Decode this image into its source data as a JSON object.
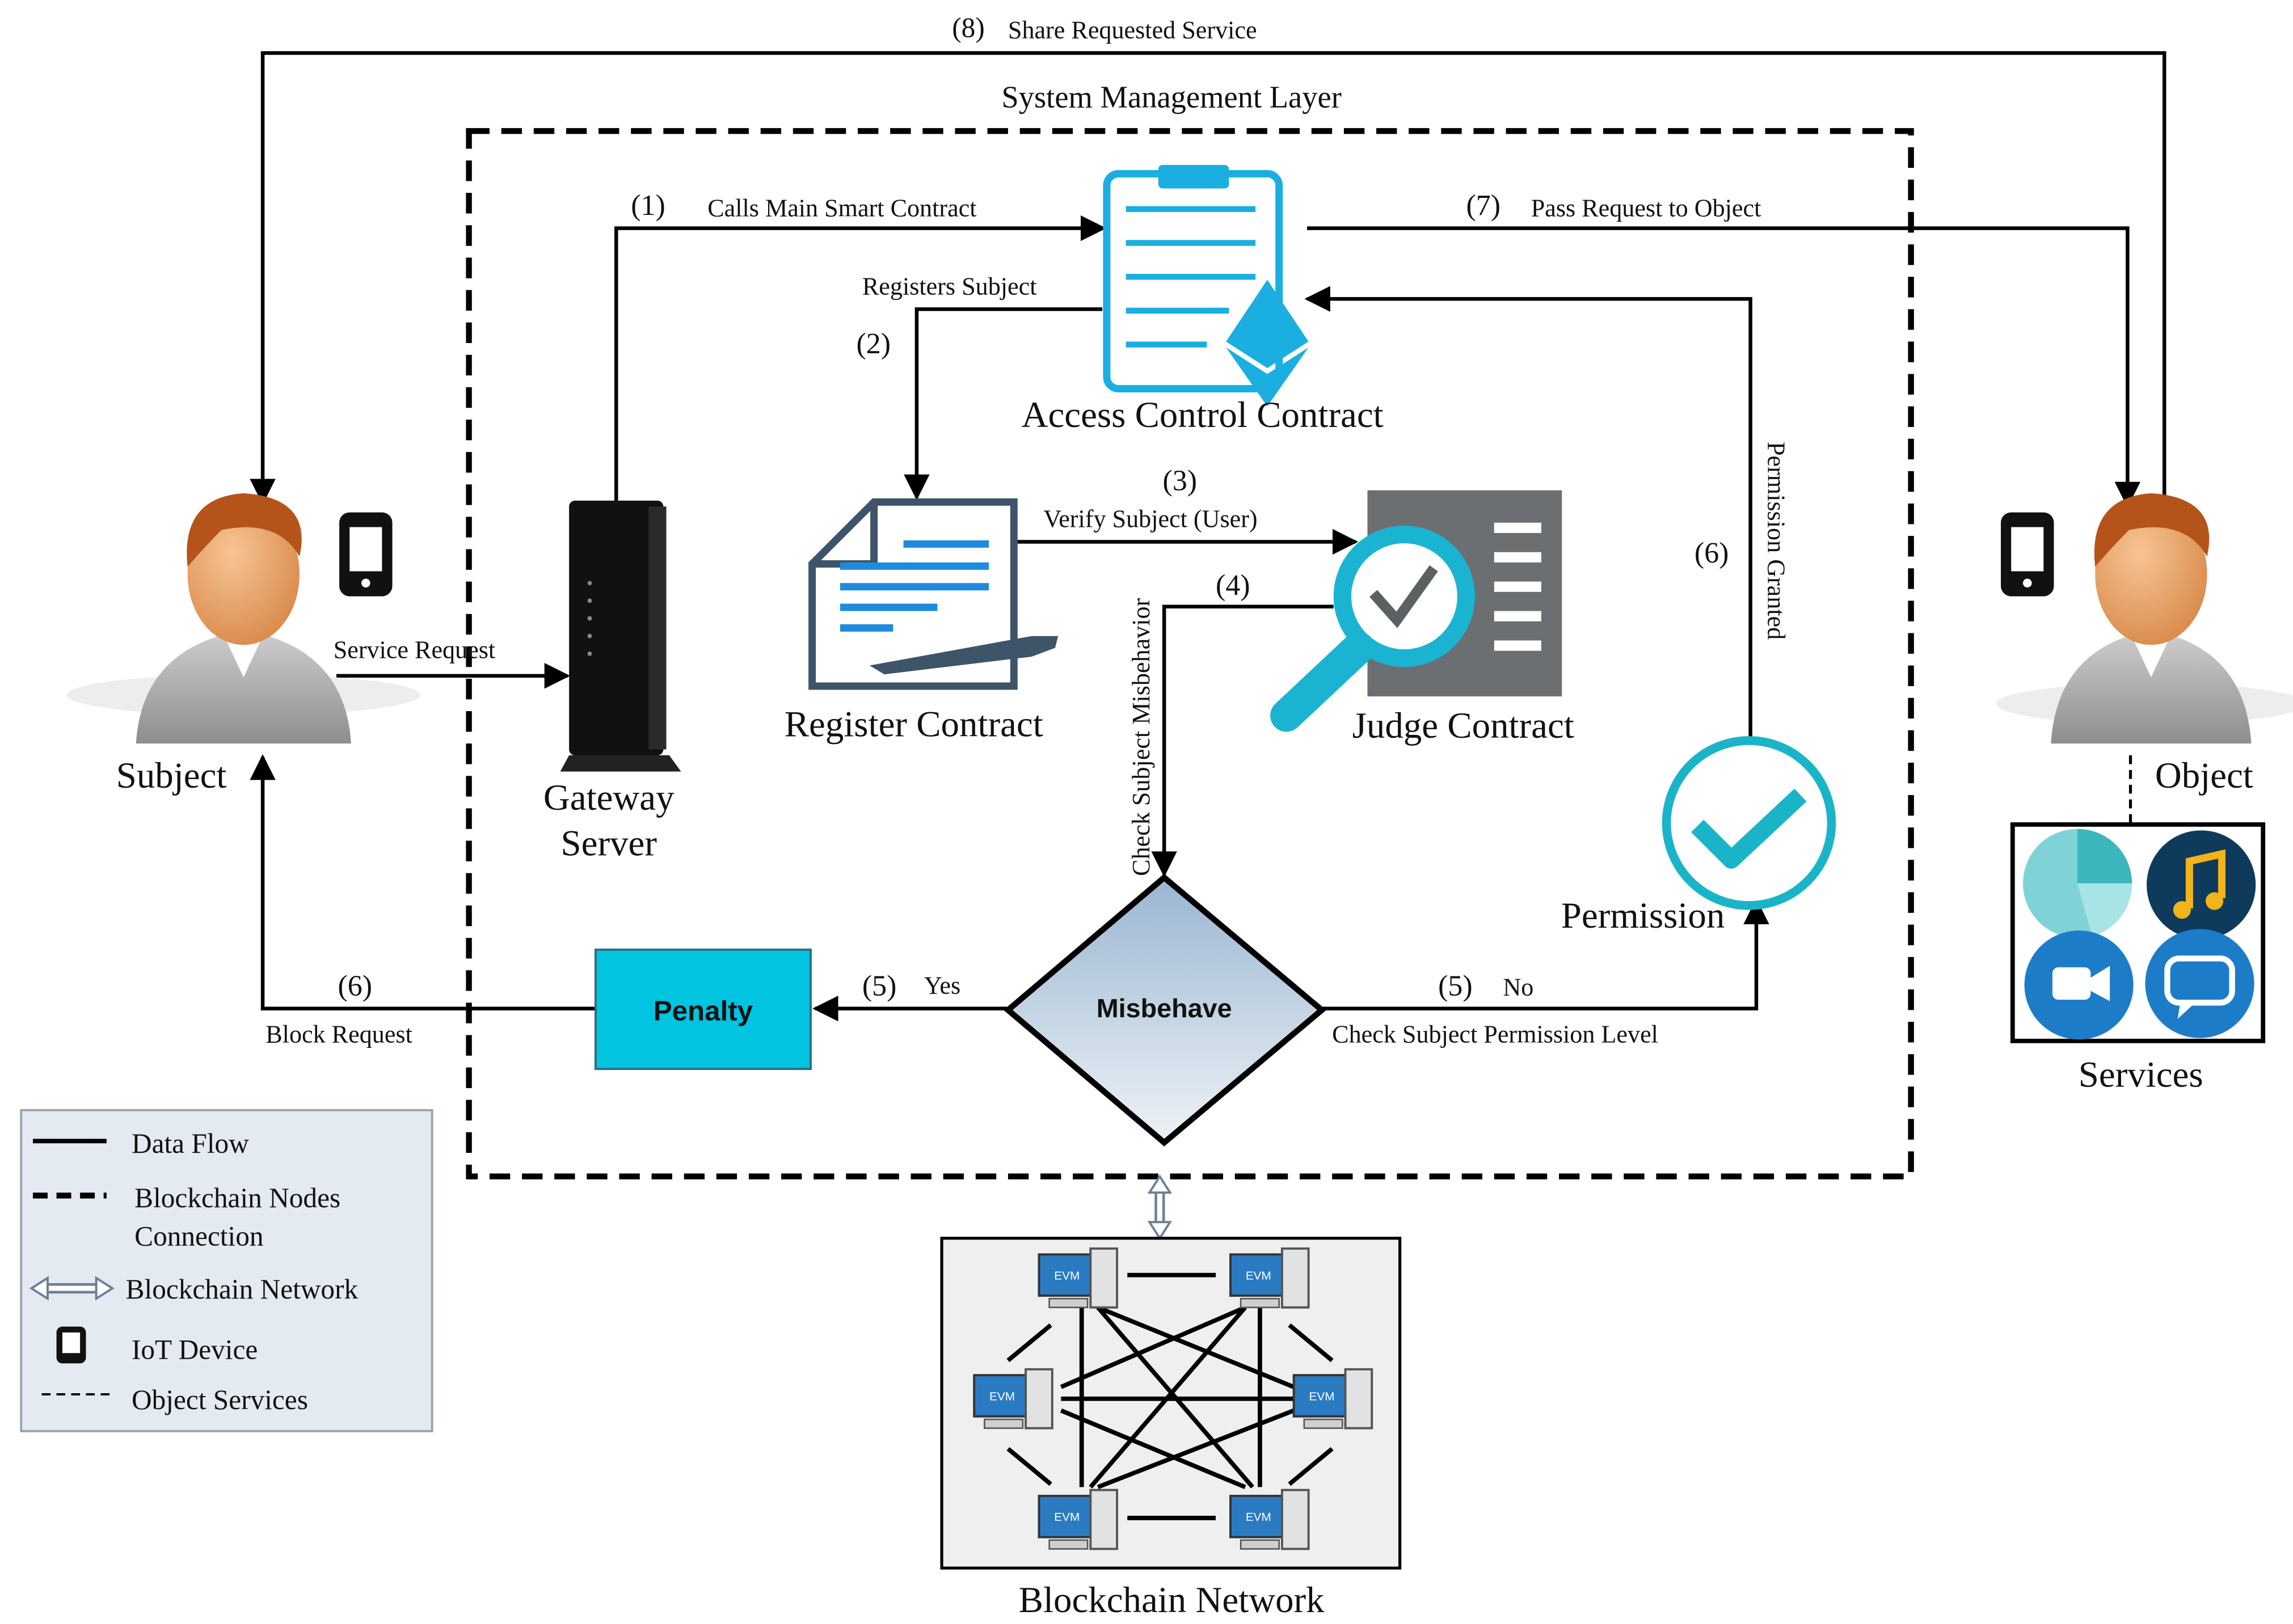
{
  "layer_title": "System Management Layer",
  "steps": {
    "s1": {
      "num": "(1)",
      "label": "Calls Main Smart Contract"
    },
    "s2": {
      "num": "(2)",
      "label": "Registers Subject"
    },
    "s3": {
      "num": "(3)",
      "label": "Verify Subject (User)"
    },
    "s4": {
      "num": "(4)",
      "label": "Check Subject Misbehavior"
    },
    "s5_yes": {
      "num": "(5)",
      "label": "Yes"
    },
    "s5_no": {
      "num": "(5)",
      "label": "No",
      "sub": "Check Subject Permission Level"
    },
    "s6_left": {
      "num": "(6)",
      "label": "Block Request"
    },
    "s6_right": {
      "num": "(6)",
      "label": "Permission Granted"
    },
    "s7": {
      "num": "(7)",
      "label": "Pass Request to Object"
    },
    "s8": {
      "num": "(8)",
      "label": "Share Requested Service"
    }
  },
  "service_request": "Service Request",
  "nodes": {
    "subject": "Subject",
    "object": "Object",
    "gateway_line1": "Gateway",
    "gateway_line2": "Server",
    "access_control": "Access Control Contract",
    "register": "Register Contract",
    "judge": "Judge Contract",
    "permission": "Permission",
    "penalty": "Penalty",
    "misbehave": "Misbehave",
    "services": "Services",
    "blockchain": "Blockchain Network",
    "evm_label": "EVM"
  },
  "legend": {
    "data_flow": "Data Flow",
    "blockchain_nodes_line1": "Blockchain Nodes",
    "blockchain_nodes_line2": "Connection",
    "blockchain_network": "Blockchain Network",
    "iot_device": "IoT Device",
    "object_services": "Object Services"
  },
  "colors": {
    "teal": "#00BCD4",
    "penalty_fill": "#00C4E0",
    "diamond_top": "#9AB6D2",
    "diamond_bottom": "#E9EEF4",
    "legend_bg": "#E4EAF2",
    "service_blue": "#1D7CC8",
    "service_dark": "#0E3A5C",
    "skin": "#E8A56C",
    "hair": "#B5541A",
    "shirt": "#B8B8B8"
  },
  "icons": [
    "clipboard-contract-icon",
    "document-pen-icon",
    "magnifier-check-icon",
    "checkmark-circle-icon",
    "router-icon",
    "person-icon",
    "phone-icon",
    "evm-computer-icon",
    "pie-chart-icon",
    "music-icon",
    "video-icon",
    "chat-icon"
  ]
}
